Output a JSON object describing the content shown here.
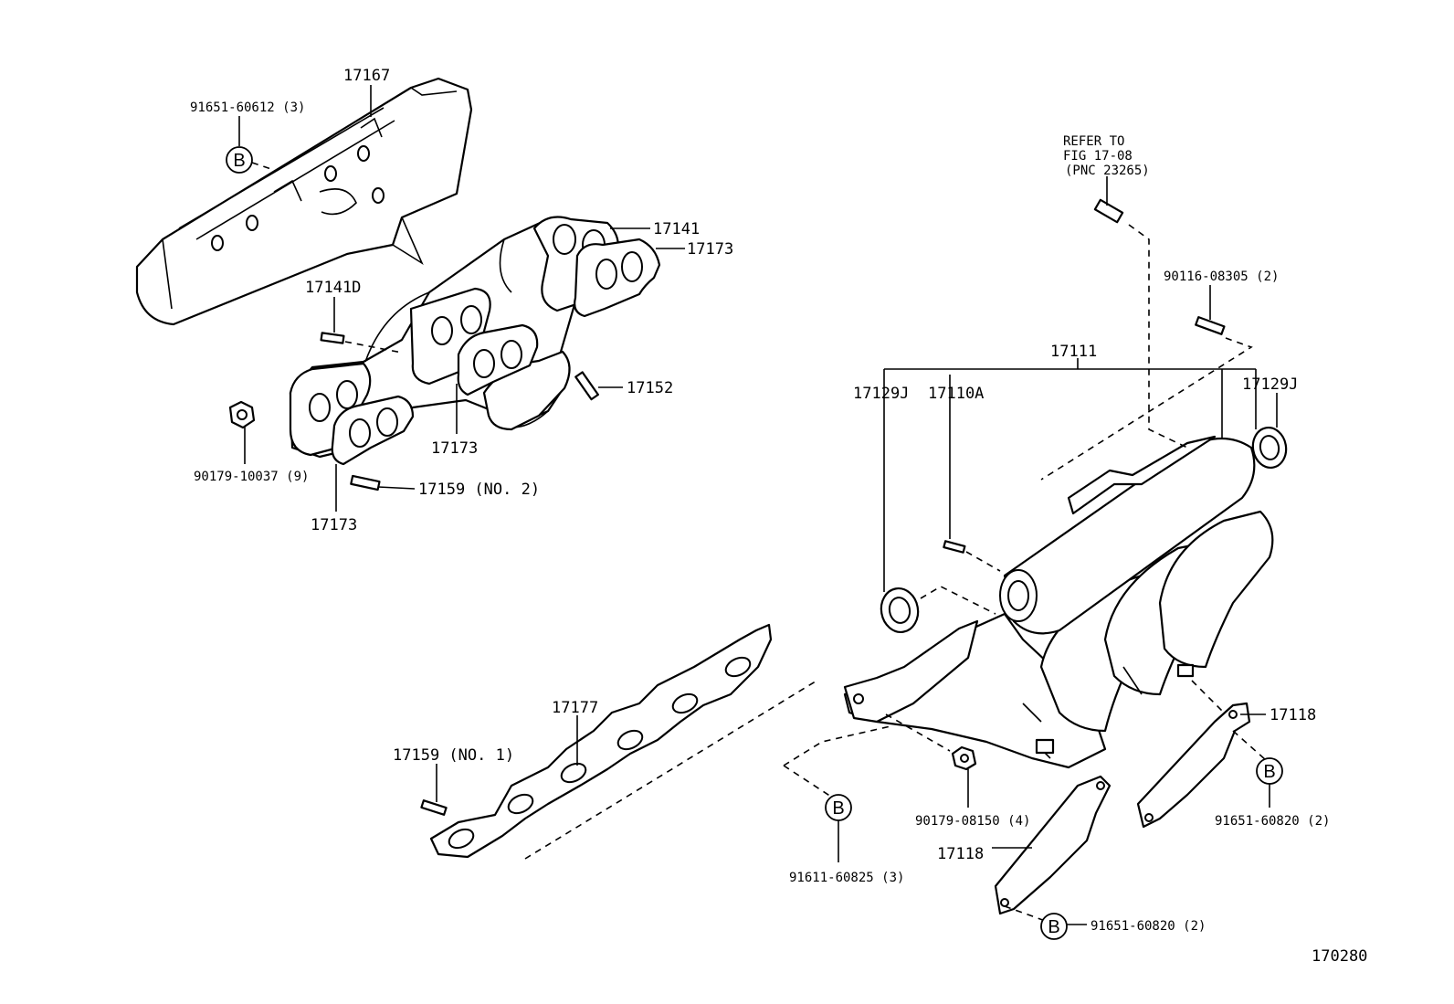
{
  "figure_number": "170280",
  "callout_letter": "B",
  "labels": {
    "heat_insulator": "17167",
    "insulator_bolt": "91651-60612 (3)",
    "exhaust_manifold": "17141",
    "exhaust_gasket_right": "17173",
    "stud_17141d": "17141D",
    "stud_17152": "17152",
    "exhaust_gasket_center": "17173",
    "nut_90179_10037": "90179-10037 (9)",
    "stud_17159_no2": "17159 (NO. 2)",
    "exhaust_gasket_left": "17173",
    "refer_line1": "REFER TO",
    "refer_line2": "FIG 17-08",
    "refer_line3": "(PNC 23265)",
    "stud_90116": "90116-08305 (2)",
    "intake_manifold": "17111",
    "gasket_17129j_left": "17129J",
    "stud_17110a": "17110A",
    "gasket_17129j_right": "17129J",
    "intake_gasket": "17177",
    "stud_17159_no1": "17159 (NO. 1)",
    "stay_right": "17118",
    "bolt_91651_right": "91651-60820 (2)",
    "nut_90179_08150": "90179-08150 (4)",
    "bolt_91611": "91611-60825 (3)",
    "stay_lower": "17118",
    "bolt_91651_lower": "91651-60820 (2)"
  }
}
